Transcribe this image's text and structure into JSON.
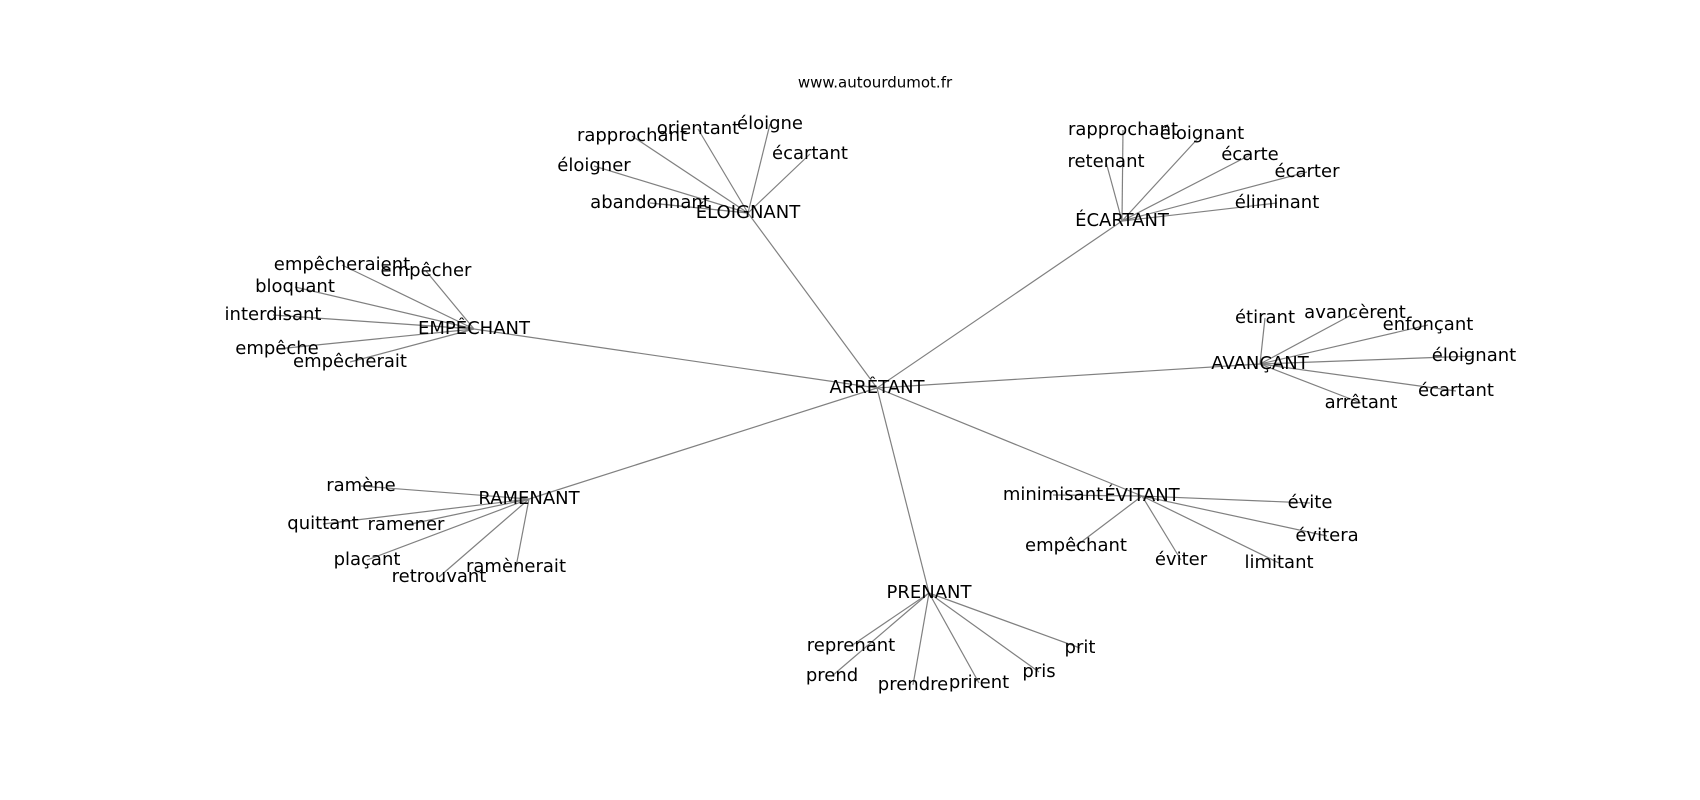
{
  "site": "www.autourdumot.fr",
  "center": "ARRÊTANT",
  "groups": [
    {
      "id": "eloignant",
      "label": "ÉLOIGNANT",
      "leaves": [
        "orientant",
        "éloigne",
        "rapprochant",
        "écartant",
        "éloigner",
        "abandonnant"
      ]
    },
    {
      "id": "ecartant",
      "label": "ÉCARTANT",
      "leaves": [
        "rapprochant",
        "éloignant",
        "écarte",
        "retenant",
        "écarter",
        "éliminant"
      ]
    },
    {
      "id": "empechant",
      "label": "EMPÊCHANT",
      "leaves": [
        "empêcheraient",
        "empêcher",
        "bloquant",
        "interdisant",
        "empêche",
        "empêcherait"
      ]
    },
    {
      "id": "avancant",
      "label": "AVANÇANT",
      "leaves": [
        "étirant",
        "avancèrent",
        "enfonçant",
        "éloignant",
        "écartant",
        "arrêtant"
      ]
    },
    {
      "id": "ramenant",
      "label": "RAMENANT",
      "leaves": [
        "ramène",
        "quittant",
        "ramener",
        "plaçant",
        "retrouvant",
        "ramènerait"
      ]
    },
    {
      "id": "evitant",
      "label": "ÉVITANT",
      "leaves": [
        "minimisant",
        "évite",
        "évitera",
        "empêchant",
        "éviter",
        "limitant"
      ]
    },
    {
      "id": "prenant",
      "label": "PRENANT",
      "leaves": [
        "reprenant",
        "prend",
        "prendre",
        "prirent",
        "pris",
        "prit"
      ]
    }
  ]
}
